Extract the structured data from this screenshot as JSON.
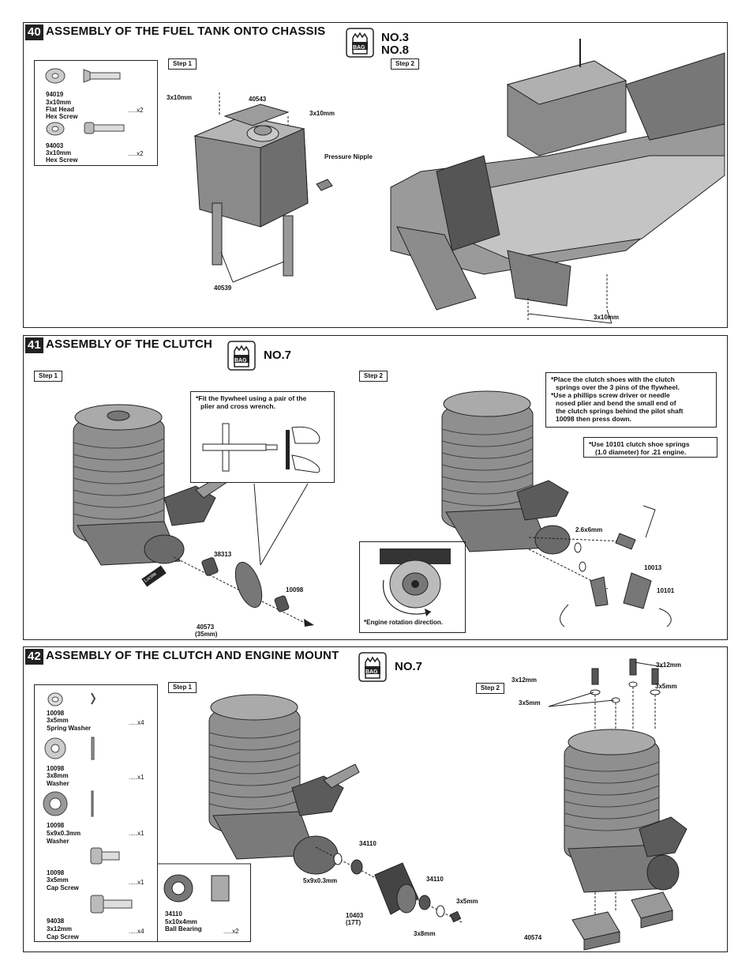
{
  "s40": {
    "num": "40",
    "title": "ASSEMBLY OF THE FUEL TANK ONTO CHASSIS",
    "bag_icon_label": "BAG",
    "bags": [
      "NO.3",
      "NO.8"
    ],
    "step1": "Step 1",
    "step2": "Step 2",
    "parts": [
      {
        "num": "94019",
        "size": "3x10mm",
        "name1": "Flat Head",
        "name2": "Hex Screw",
        "qty": ".....x2"
      },
      {
        "num": "94003",
        "size": "3x10mm",
        "name1": "Hex Screw",
        "qty": ".....x2"
      }
    ],
    "callouts": {
      "screw_left": "3x10mm",
      "tank": "40543",
      "screw_right": "3x10mm",
      "nipple": "Pressure Nipple",
      "posts": "40539",
      "screw_chassis": "3x10mm"
    }
  },
  "s41": {
    "num": "41",
    "title": "ASSEMBLY OF THE CLUTCH",
    "bag_icon_label": "BAG",
    "bags": [
      "NO.7"
    ],
    "step1": "Step 1",
    "step2": "Step 2",
    "note_flywheel": [
      "*Fit the flywheel using a pair of the",
      "plier and cross wrench."
    ],
    "note_clutch": [
      "*Place the clutch shoes with the clutch",
      "springs over the 3 pins of the flywheel.",
      "*Use a phillips screw driver or needle",
      "nosed plier and bend the small end of",
      "the clutch springs behind the pilot shaft",
      "10098 then press down."
    ],
    "note_springs": [
      "*Use 10101 clutch shoe springs",
      "(1.0 diameter) for .21 engine."
    ],
    "note_rotation": "*Engine rotation direction.",
    "tag": "Loctite",
    "callouts": {
      "collet": "38313",
      "flywheel": "40573",
      "flywheel_size": "(35mm)",
      "pilot": "10098",
      "washer": "2.6x6mm",
      "shoe": "10013",
      "spring": "10101"
    }
  },
  "s42": {
    "num": "42",
    "title": "ASSEMBLY OF THE CLUTCH AND ENGINE MOUNT",
    "bag_icon_label": "BAG",
    "bags": [
      "NO.7"
    ],
    "step1": "Step 1",
    "step2": "Step 2",
    "parts": [
      {
        "num": "10098",
        "size": "3x5mm",
        "name": "Spring Washer",
        "qty": ".....x4"
      },
      {
        "num": "10098",
        "size": "3x8mm",
        "name": "Washer",
        "qty": ".....x1"
      },
      {
        "num": "10098",
        "size": "5x9x0.3mm",
        "name": "Washer",
        "qty": ".....x1"
      },
      {
        "num": "10098",
        "size": "3x5mm",
        "name": "Cap Screw",
        "qty": ".....x1"
      },
      {
        "num": "94038",
        "size": "3x12mm",
        "name": "Cap Screw",
        "qty": ".....x4"
      }
    ],
    "bearing": {
      "num": "34110",
      "size": "5x10x4mm",
      "name": "Ball Bearing",
      "qty": ".....x2"
    },
    "callouts": {
      "bearing_a": "34110",
      "washer_thin": "5x9x0.3mm",
      "bell": "10403",
      "bell_teeth": "(17T)",
      "bearing_b": "34110",
      "screw": "3x5mm",
      "washer": "3x8mm",
      "s_3x12_left": "3x12mm",
      "s_3x5_left": "3x5mm",
      "s_3x12_right": "3x12mm",
      "s_3x5_right": "3x5mm",
      "mount": "40574"
    }
  }
}
